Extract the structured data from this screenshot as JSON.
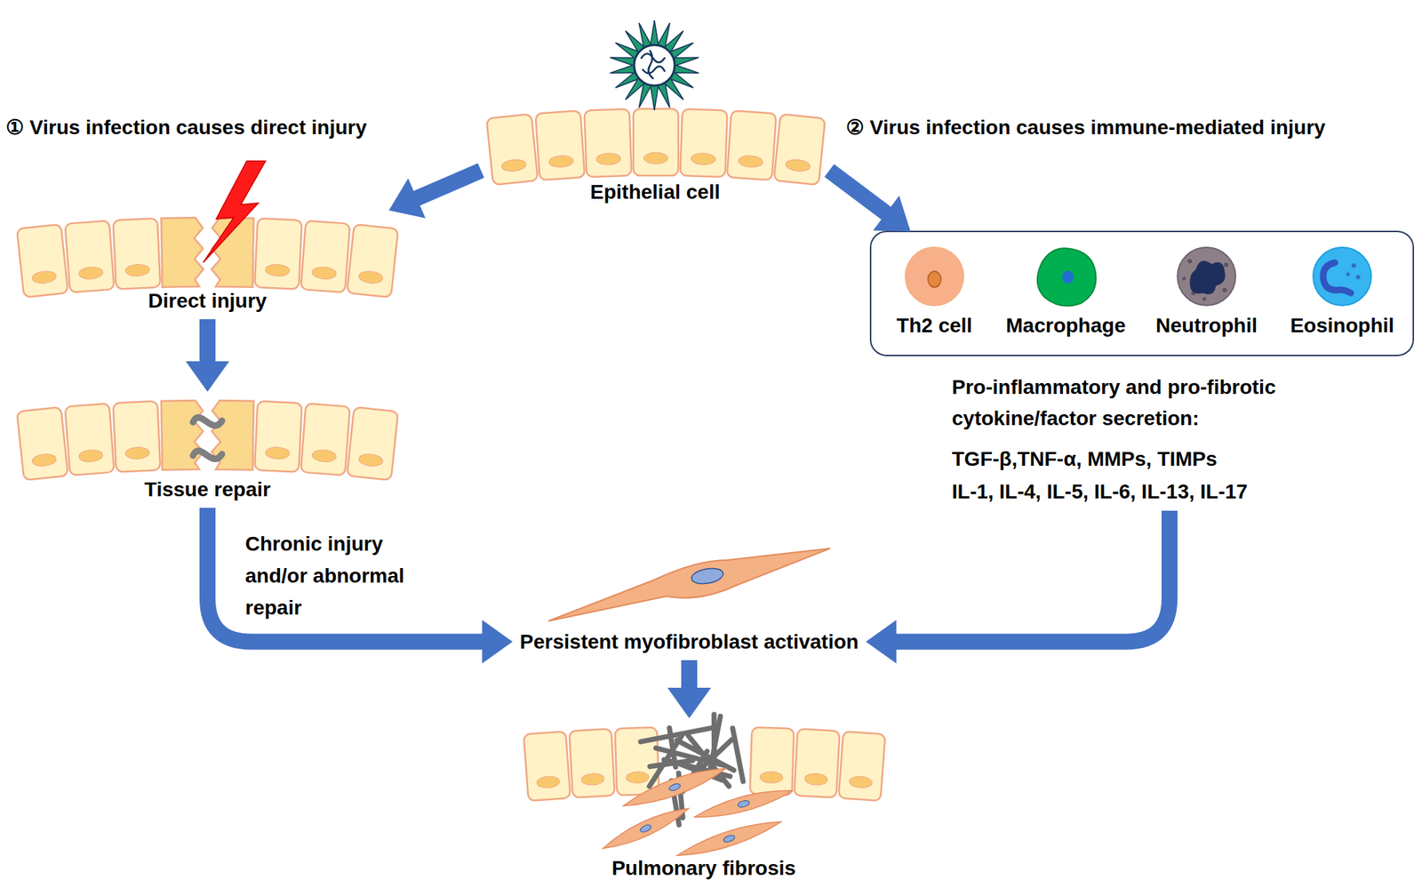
{
  "diagram": {
    "nodes": [
      {
        "text": [
          "Epithelial cell"
        ]
      },
      {
        "text": [
          "Direct injury"
        ]
      },
      {
        "text": [
          "Tissue repair"
        ]
      },
      {
        "text": [
          "Pro-inflammatory and pro-fibrotic cytokine/factor secretion:",
          "TGF-β,TNF-α, MMPs, TIMPs",
          "IL-1, IL-4, IL-5, IL-6, IL-13, IL-17"
        ]
      },
      {
        "text": [
          "Th2 cell"
        ],
        "in": 3
      },
      {
        "text": [
          "Macrophage"
        ],
        "in": 3
      },
      {
        "text": [
          "Neutrophil"
        ],
        "in": 3
      },
      {
        "text": [
          "Eosinophil"
        ],
        "in": 3
      },
      {
        "text": [
          "Persistent myofibroblast activation"
        ]
      },
      {
        "text": [
          "Pulmonary fibrosis"
        ]
      }
    ],
    "edges": [
      {
        "from": 0,
        "to": 1,
        "arrow": "to"
      },
      {
        "from": 0,
        "to": 3,
        "arrow": "to"
      },
      {
        "from": 1,
        "to": 2,
        "arrow": "to"
      },
      {
        "from": 2,
        "to": 8,
        "label": "Chronic injury and/or abnormal repair",
        "arrow": "to"
      },
      {
        "from": 3,
        "to": 8,
        "arrow": "to"
      },
      {
        "from": 8,
        "to": 9,
        "arrow": "to"
      }
    ],
    "labels": [
      "① Virus infection causes direct injury",
      "② Virus infection causes immune-mediated injury"
    ]
  }
}
